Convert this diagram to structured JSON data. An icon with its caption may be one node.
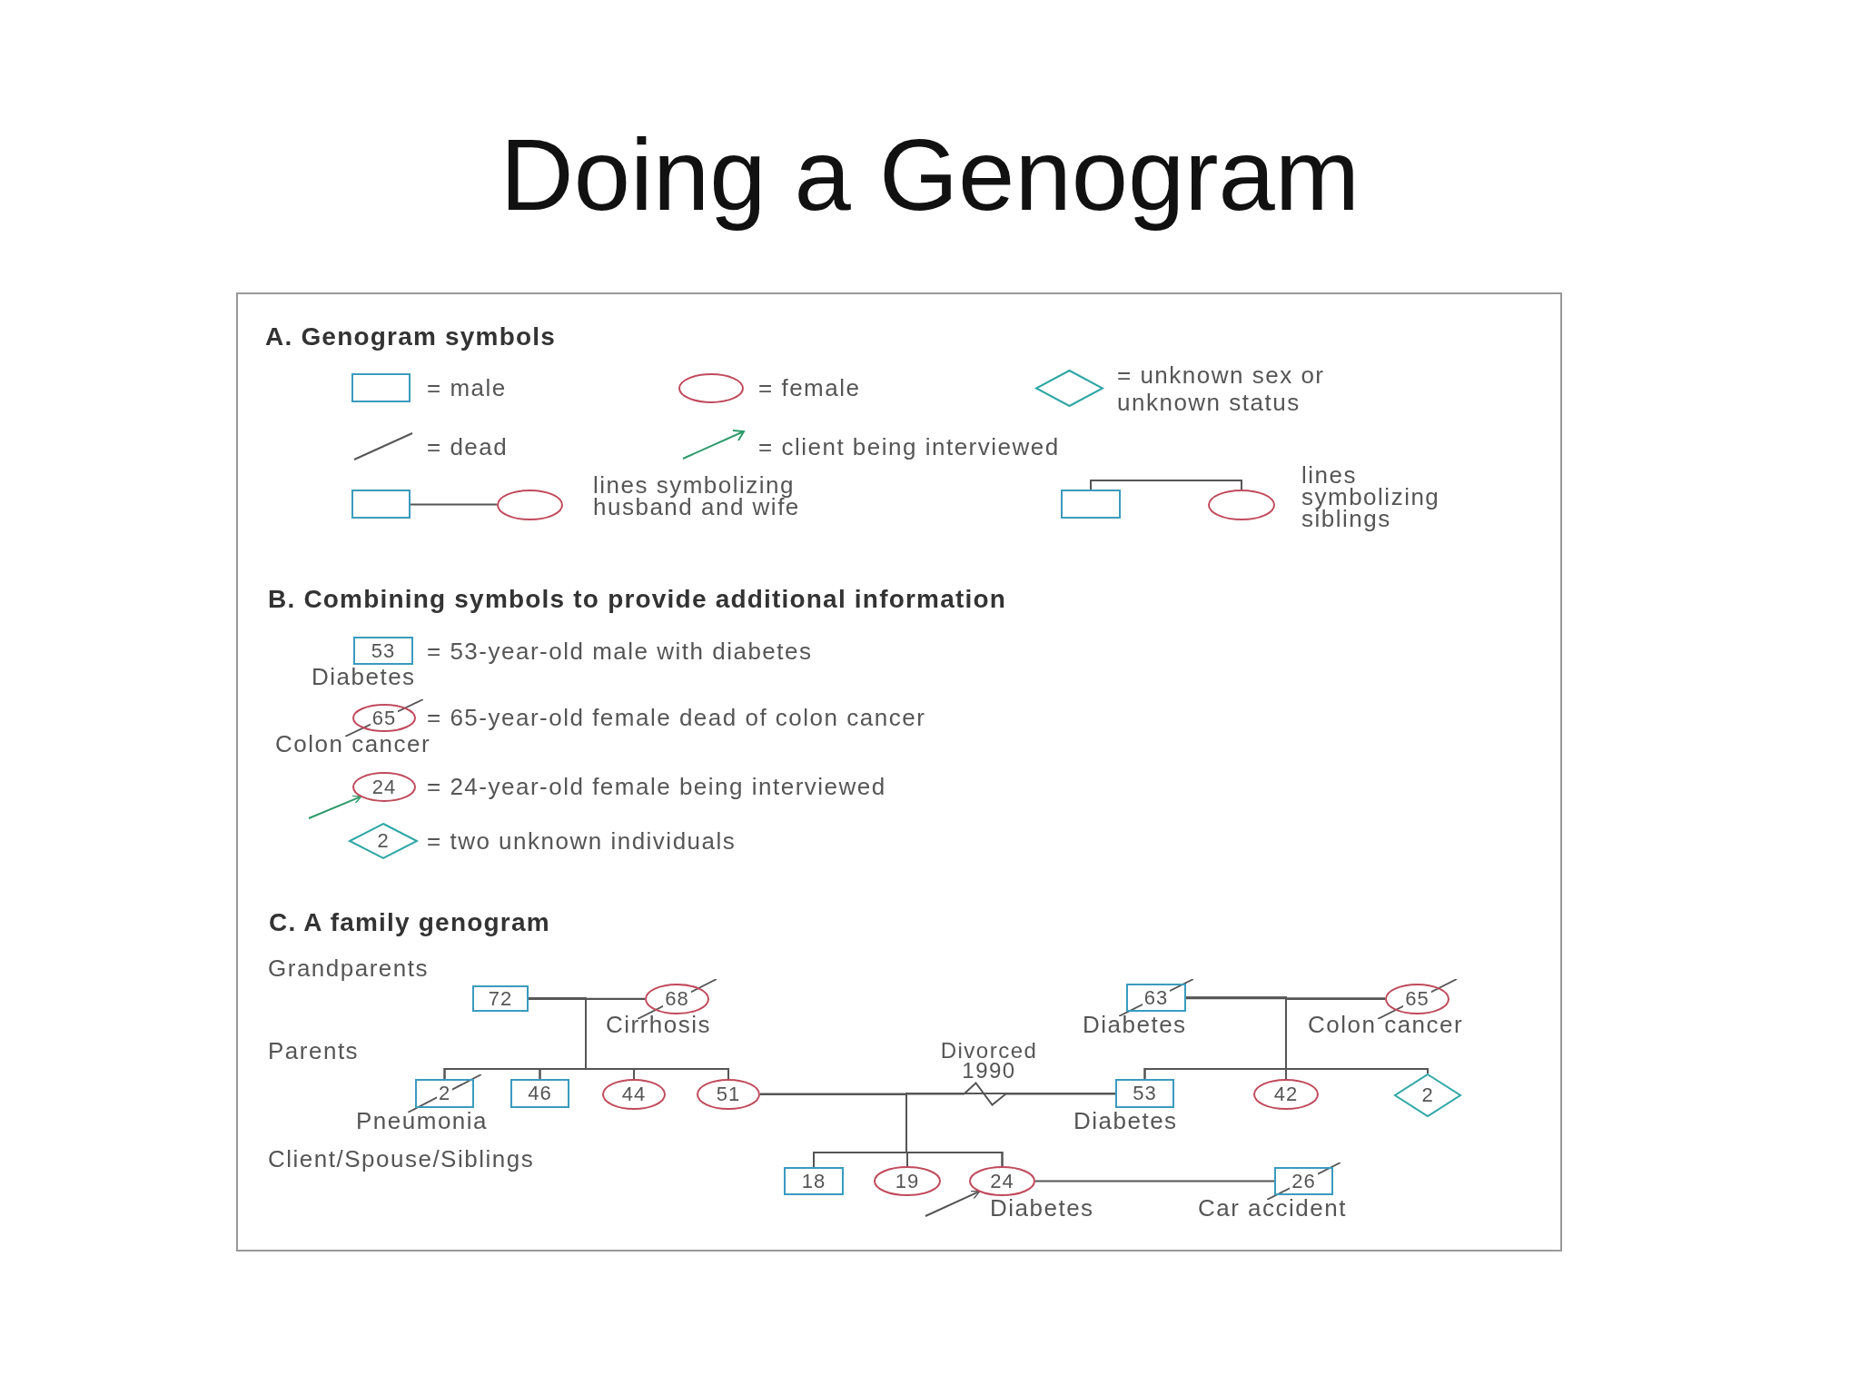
{
  "diagram": {
    "title": "Doing a Genogram",
    "nodes": [
      {
        "text": [],
        "shape": "box",
        "beside": [
          "= male"
        ]
      },
      {
        "text": [],
        "shape": "circle",
        "beside": [
          "= female"
        ]
      },
      {
        "text": [],
        "shape": "diamond",
        "beside": [
          "= unknown sex or unknown status"
        ]
      },
      {
        "text": [],
        "shape": "box"
      },
      {
        "text": [],
        "shape": "circle"
      },
      {
        "text": [],
        "shape": "box"
      },
      {
        "text": [],
        "shape": "circle"
      },
      {
        "text": [
          "53"
        ],
        "beside": [
          "= 53-year-old male with diabetes",
          "Diabetes"
        ]
      },
      {
        "text": [
          "65"
        ],
        "beside": [
          "= 65-year-old female dead of colon cancer",
          "Colon cancer"
        ]
      },
      {
        "text": [
          "24"
        ],
        "beside": [
          "= 24-year-old female being interviewed"
        ]
      },
      {
        "text": [
          "2"
        ],
        "beside": [
          "= two unknown individuals"
        ]
      },
      {
        "text": [
          "72"
        ]
      },
      {
        "text": [
          "68"
        ],
        "beside": [
          "Cirrhosis"
        ]
      },
      {
        "text": [
          "63"
        ],
        "beside": [
          "Diabetes"
        ]
      },
      {
        "text": [
          "65"
        ],
        "beside": [
          "Colon cancer"
        ]
      },
      {
        "text": [
          "2"
        ],
        "beside": [
          "Pneumonia"
        ]
      },
      {
        "text": [
          "46"
        ]
      },
      {
        "text": [
          "44"
        ]
      },
      {
        "text": [
          "51"
        ]
      },
      {
        "text": [
          "53"
        ],
        "beside": [
          "Diabetes"
        ]
      },
      {
        "text": [
          "42"
        ]
      },
      {
        "text": [
          "2"
        ]
      },
      {
        "text": [
          "18"
        ]
      },
      {
        "text": [
          "19"
        ]
      },
      {
        "text": [
          "24"
        ],
        "beside": [
          "Diabetes"
        ]
      },
      {
        "text": [
          "26"
        ],
        "beside": [
          "Car accident"
        ]
      }
    ],
    "edges": [
      {
        "from": 3,
        "to": 4,
        "arrow": "none"
      },
      {
        "from": 5,
        "to": 6,
        "arrow": "none"
      },
      {
        "from": null,
        "to": 9,
        "arrow": "to",
        "color": "#2e9a6a"
      },
      {
        "from": 11,
        "to": 12,
        "arrow": "none"
      },
      {
        "from": 13,
        "to": 14,
        "arrow": "none"
      },
      {
        "from": 11,
        "to": 15,
        "arrow": "none"
      },
      {
        "from": 11,
        "to": 16,
        "arrow": "none"
      },
      {
        "from": 11,
        "to": 17,
        "arrow": "none"
      },
      {
        "from": 11,
        "to": 18,
        "arrow": "none"
      },
      {
        "from": 12,
        "to": 15,
        "arrow": "none"
      },
      {
        "from": 12,
        "to": 16,
        "arrow": "none"
      },
      {
        "from": 12,
        "to": 17,
        "arrow": "none"
      },
      {
        "from": 12,
        "to": 18,
        "arrow": "none"
      },
      {
        "from": 13,
        "to": 19,
        "arrow": "none"
      },
      {
        "from": 13,
        "to": 20,
        "arrow": "none"
      },
      {
        "from": 13,
        "to": 21,
        "arrow": "none"
      },
      {
        "from": 14,
        "to": 19,
        "arrow": "none"
      },
      {
        "from": 14,
        "to": 20,
        "arrow": "none"
      },
      {
        "from": 14,
        "to": 21,
        "arrow": "none"
      },
      {
        "from": 18,
        "to": 19,
        "arrow": "none",
        "label": "Divorced 1990"
      },
      {
        "from": 18,
        "to": 22,
        "arrow": "none"
      },
      {
        "from": 18,
        "to": 23,
        "arrow": "none"
      },
      {
        "from": 18,
        "to": 24,
        "arrow": "none"
      },
      {
        "from": 19,
        "to": 22,
        "arrow": "none"
      },
      {
        "from": 19,
        "to": 23,
        "arrow": "none"
      },
      {
        "from": 19,
        "to": 24,
        "arrow": "none"
      },
      {
        "from": 24,
        "to": 25,
        "arrow": "none"
      },
      {
        "from": null,
        "to": 24,
        "arrow": "to"
      }
    ],
    "labels": [
      "A. Genogram symbols",
      "= dead",
      "= client being interviewed",
      "lines symbolizing husband and wife",
      "lines symbolizing siblings",
      "B. Combining symbols to provide additional information",
      "C. A family genogram",
      "Grandparents",
      "Parents",
      "Client/Spouse/Siblings"
    ]
  }
}
